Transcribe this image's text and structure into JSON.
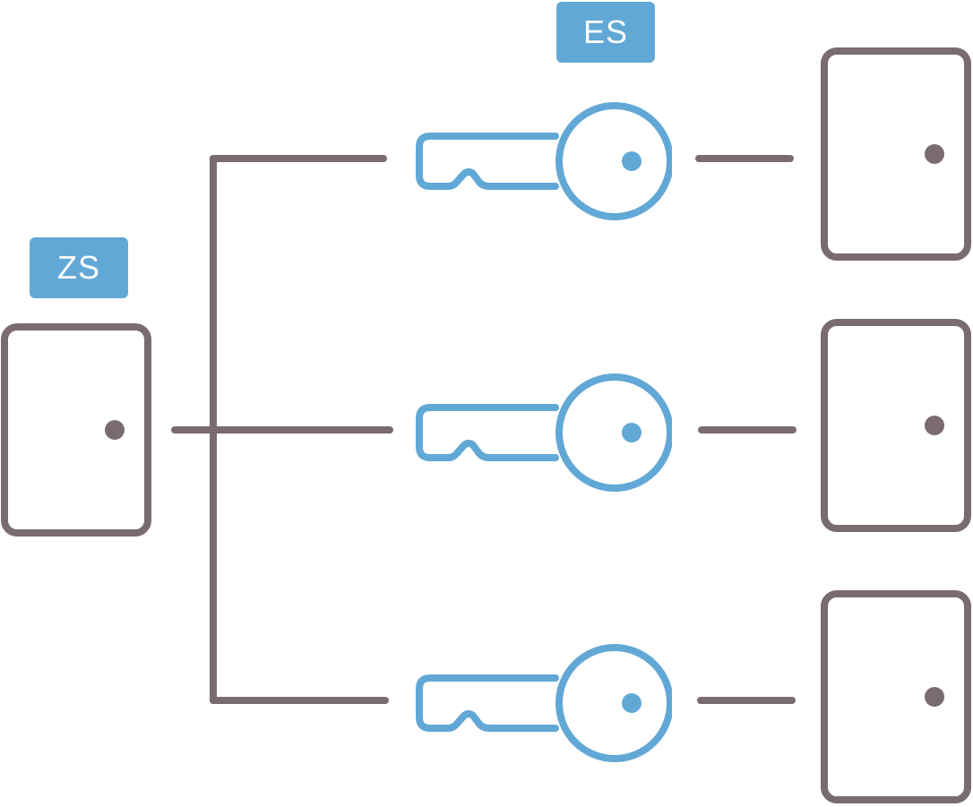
{
  "labels": {
    "master_key_system": "ZS",
    "single_key_system": "ES"
  },
  "colors": {
    "door_stroke": "#7a6b72",
    "key_stroke": "#62a8d6",
    "badge_fill": "#62a8d6",
    "connector_stroke": "#7a6b72",
    "background": "#ffffff"
  },
  "nodes": {
    "source_door": {
      "label_ref": "master_key_system"
    },
    "keys": [
      {
        "id": "key-1",
        "target": "door-1"
      },
      {
        "id": "key-2",
        "target": "door-2"
      },
      {
        "id": "key-3",
        "target": "door-3"
      }
    ],
    "target_doors": [
      "door-1",
      "door-2",
      "door-3"
    ]
  },
  "icons": {
    "door": "door-icon",
    "key": "key-icon"
  }
}
